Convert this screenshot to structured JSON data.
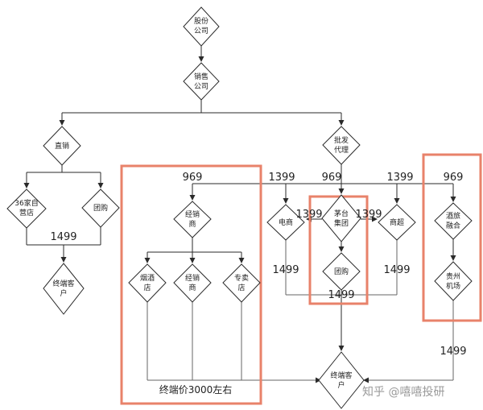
{
  "nodes": {
    "company": [
      "股份",
      "公司"
    ],
    "sales": [
      "销售",
      "公司"
    ],
    "direct": [
      "直销"
    ],
    "wholesale": [
      "批发",
      "代理"
    ],
    "stores36": [
      "36家自",
      "营店"
    ],
    "group_buy_direct": [
      "团购"
    ],
    "end_customer_left": [
      "终端客",
      "户"
    ],
    "distributor": [
      "经销",
      "商"
    ],
    "tobacco_liquor": [
      "烟酒",
      "店"
    ],
    "distributor2": [
      "经销",
      "商"
    ],
    "specialty": [
      "专卖",
      "店"
    ],
    "ecommerce": [
      "电商"
    ],
    "moutai_group": [
      "茅台",
      "集团"
    ],
    "supermarket": [
      "商超"
    ],
    "tourism": [
      "酒旅",
      "融合"
    ],
    "group_buy_moutai": [
      "团购"
    ],
    "airport": [
      "贵州",
      "机场"
    ],
    "end_customer_main": [
      "终端客",
      "户"
    ]
  },
  "prices": {
    "direct_1499": "1499",
    "distributor_969": "969",
    "ecommerce_1399": "1399",
    "moutai_969": "969",
    "supermarket_1399": "1399",
    "tourism_969": "969",
    "moutai_in_1399": "1399",
    "moutai_out_1399": "1399",
    "ecommerce_1499": "1499",
    "supermarket_1499": "1499",
    "group_buy_1499": "1499",
    "airport_1499": "1499"
  },
  "notes": {
    "terminal_price": "终端价3000左右"
  },
  "watermark": "知乎 @嘻嘻投研",
  "colors": {
    "highlight": "#e8826a",
    "line": "#2a2a2a"
  }
}
